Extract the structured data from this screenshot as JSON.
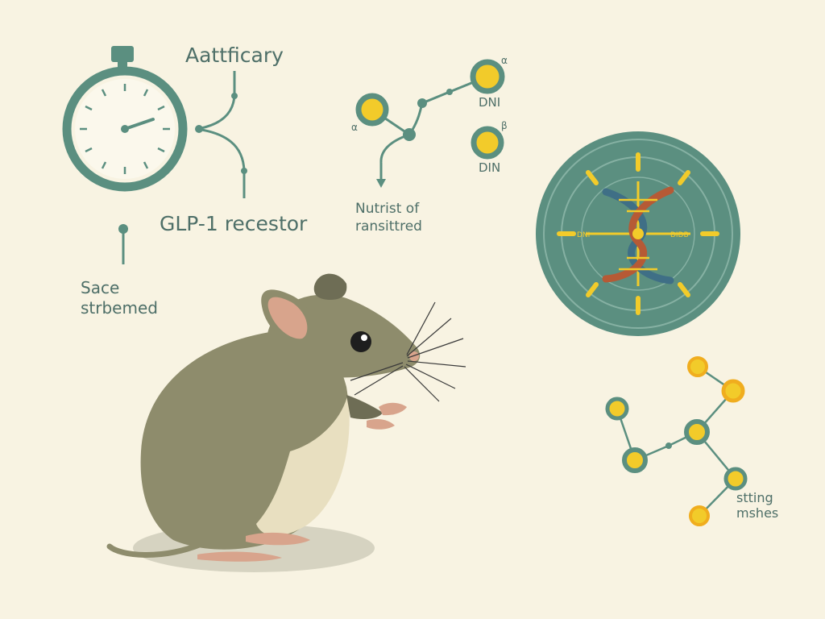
{
  "labels": {
    "top_title": "Aattficary",
    "receptor": "GLP-1 recestor",
    "left_small_1": "Sace",
    "left_small_2": "strbemed",
    "nutrist_1": "Nutrist of",
    "nutrist_2": "ransittred",
    "alpha_left": "α",
    "alpha_right": "α",
    "beta": "β",
    "dni": "DNI",
    "din": "DIN",
    "dna_left": "DNI",
    "dna_right": "DIDB",
    "net_1": "stting",
    "net_2": "mshes"
  },
  "colors": {
    "background": "#f8f3e2",
    "teal": "#5b8f80",
    "yellow": "#f2cb2a",
    "orange": "#f0ad1e",
    "mouse_body": "#8e8c6c",
    "mouse_belly": "#e8dfc0",
    "ear_inner": "#d8a48c",
    "dna_blue": "#3f6f86",
    "dna_red": "#b65a35",
    "text": "#4e6f68"
  },
  "icons": [
    "stopwatch-icon",
    "dna-helix-icon",
    "mouse-illustration",
    "molecule-network-icon"
  ]
}
